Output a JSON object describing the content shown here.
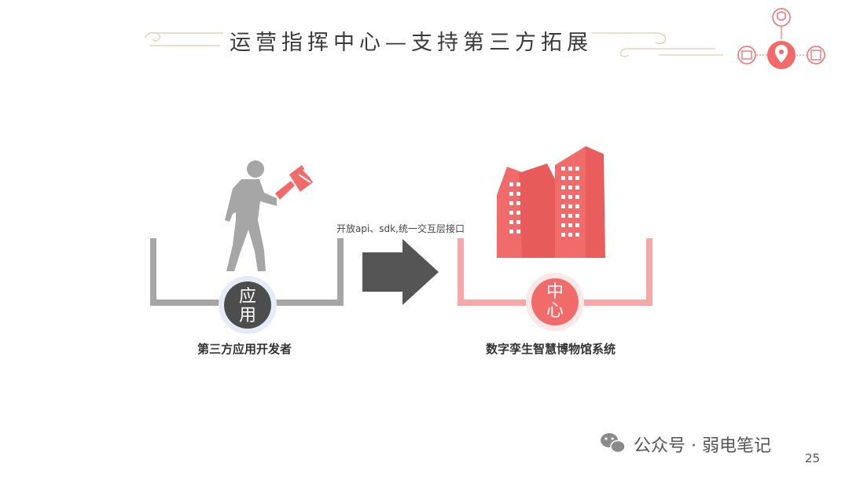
{
  "title": "运营指挥中心—支持第三方拓展",
  "left_label": "第三方应用开发者",
  "left_circle_chars": [
    "应",
    "用"
  ],
  "api_label": "开放api、sdk,统一交互层接口",
  "right_label": "数字孪生智慧博物馆系统",
  "right_circle_chars": [
    "中",
    "心"
  ],
  "watermark": "公众号 · 弱电笔记",
  "page_number": "25",
  "colors": {
    "accent_red": "#f26b6b",
    "light_red": "#f7a7a7",
    "gray": "#a6a6a6",
    "dark_gray": "#4d4d4d",
    "arrow_gray": "#555555",
    "deco_line": "#e4c9b1"
  },
  "icons": [
    "developer-figure-icon",
    "flashlight-icon",
    "building-icon",
    "arrow-right-icon",
    "location-pin-icon",
    "shield-icon",
    "tag-icon",
    "book-icon",
    "wechat-icon"
  ]
}
